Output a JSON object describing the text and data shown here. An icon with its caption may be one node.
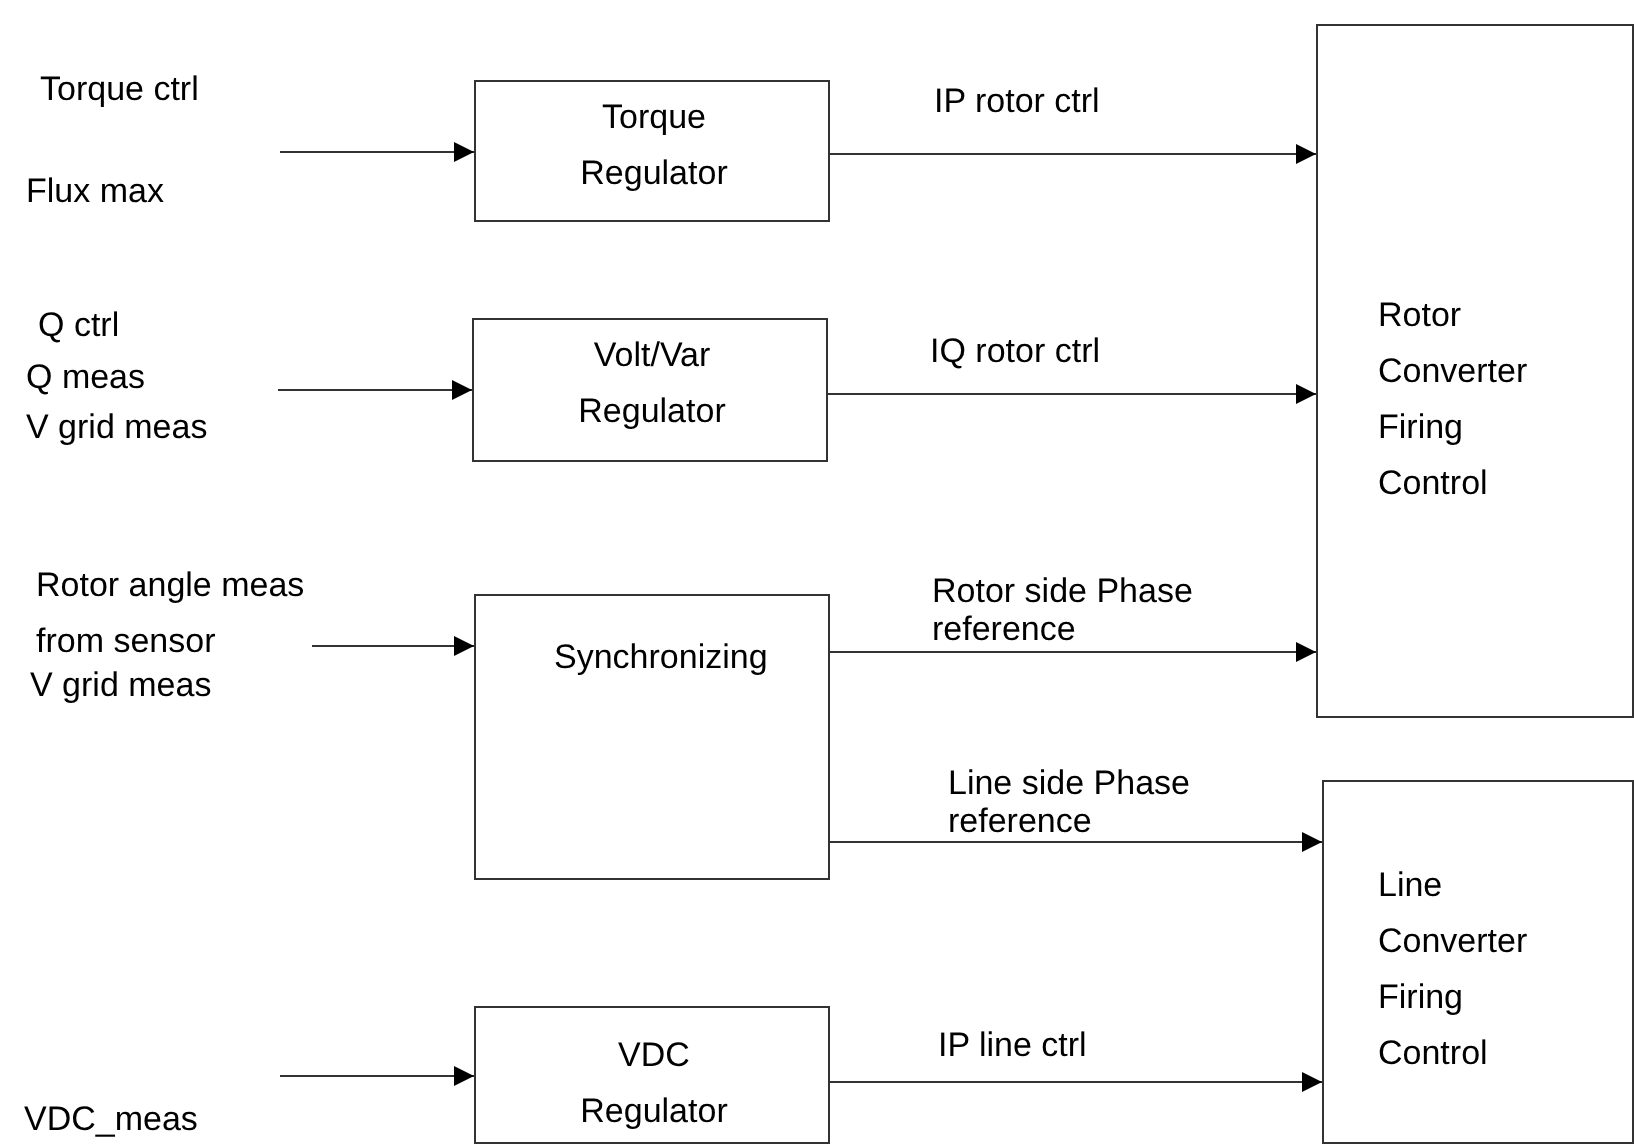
{
  "diagram": {
    "nodes": [
      {
        "text": [
          "Torque Regulator"
        ]
      },
      {
        "text": [
          "Volt/Var Regulator"
        ]
      },
      {
        "text": [
          "Synchronizing"
        ]
      },
      {
        "text": [
          "VDC Regulator"
        ]
      },
      {
        "text": [
          "Rotor Converter Firing Control"
        ]
      },
      {
        "text": [
          "Line Converter Firing Control"
        ]
      },
      {
        "text": [
          "Rotor angle meas from sensor"
        ]
      }
    ],
    "edges": [
      {
        "from": null,
        "to": 0,
        "arrow": "to"
      },
      {
        "from": null,
        "to": 1,
        "arrow": "to"
      },
      {
        "from": 6,
        "to": 2,
        "arrow": "to"
      },
      {
        "from": null,
        "to": 3,
        "arrow": "to"
      },
      {
        "from": 0,
        "to": 4,
        "arrow": "to",
        "label": "IP rotor ctrl"
      },
      {
        "from": 1,
        "to": 4,
        "arrow": "to",
        "label": "IQ rotor ctrl"
      },
      {
        "from": 2,
        "to": 4,
        "arrow": "to",
        "label": "Rotor side Phase reference"
      },
      {
        "from": 2,
        "to": 5,
        "arrow": "to",
        "label": "Line side Phase reference"
      },
      {
        "from": 3,
        "to": 5,
        "arrow": "to",
        "label": "IP line ctrl"
      }
    ],
    "labels": [
      "Torque ctrl",
      "Flux max",
      "Q ctrl",
      "Q meas",
      "V grid meas",
      "V grid meas",
      "VDC_meas"
    ]
  }
}
